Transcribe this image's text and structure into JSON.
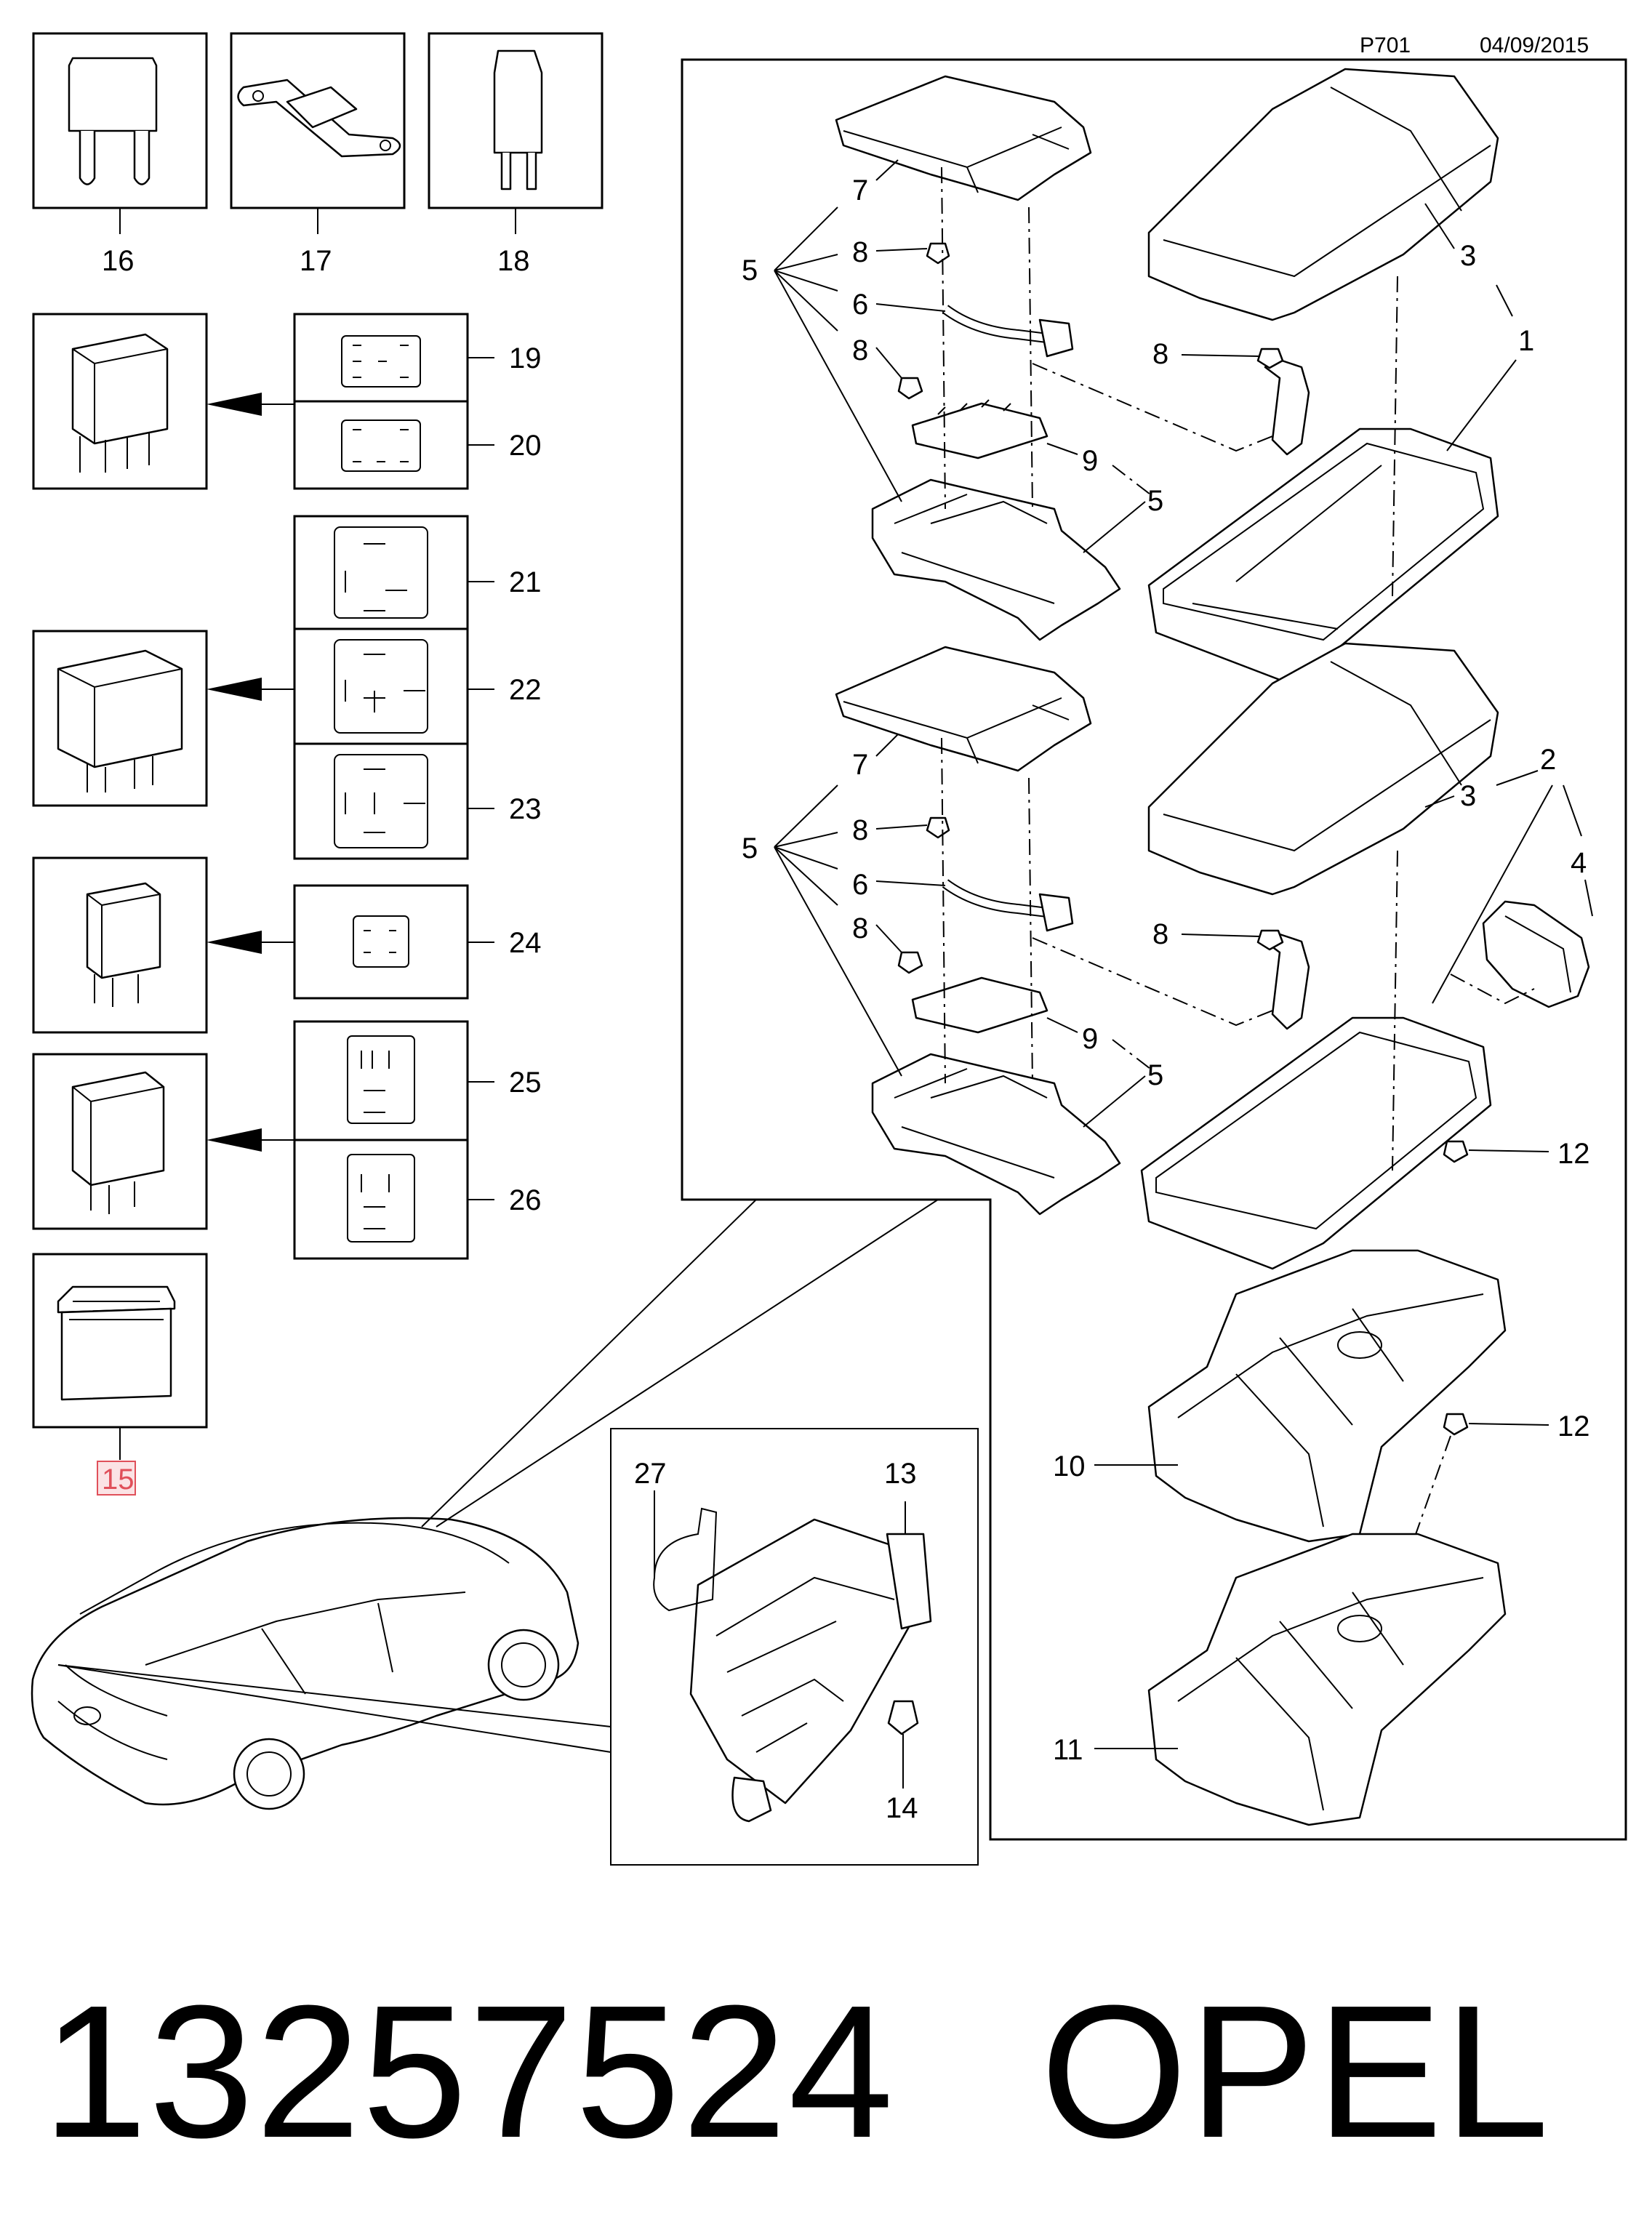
{
  "header": {
    "code": "P701",
    "date": "04/09/2015"
  },
  "callouts": {
    "n1": "1",
    "n2": "2",
    "n3": "3",
    "n4": "4",
    "n5": "5",
    "n6": "6",
    "n7": "7",
    "n8": "8",
    "n9": "9",
    "n10": "10",
    "n11": "11",
    "n12": "12",
    "n13": "13",
    "n14": "14",
    "n15": "15",
    "n16": "16",
    "n17": "17",
    "n18": "18",
    "n19": "19",
    "n20": "20",
    "n21": "21",
    "n22": "22",
    "n23": "23",
    "n24": "24",
    "n25": "25",
    "n26": "26",
    "n27": "27"
  },
  "footer": {
    "part_number": "13257524",
    "brand": "OPEL"
  },
  "colors": {
    "line": "#000000",
    "highlight_15": "#e0505a",
    "background": "#ffffff"
  }
}
